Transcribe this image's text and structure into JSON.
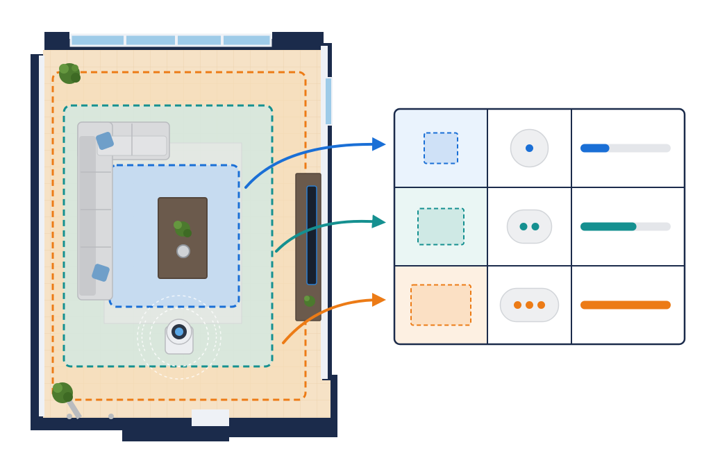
{
  "colors": {
    "wall": "#1b2b4b",
    "wall_light": "#eef1f6",
    "floor": "#f6e2c6",
    "floor_grid": "#ecd2ae",
    "window": "#9ecbe8",
    "blue": "#1a6fd6",
    "blue_fill": "#cfe1f7",
    "blue_cell": "#eaf3fd",
    "teal": "#159090",
    "teal_fill": "#cfe9e5",
    "teal_cell": "#eaf6f4",
    "orange": "#ec7b16",
    "orange_fill": "#fbe0c4",
    "orange_cell": "#fdf0e2",
    "bar_track": "#e4e6ea",
    "table_border": "#1b2b4b",
    "sofa": "#d9dadc",
    "sofa_shadow": "#b9bbbf",
    "pillow": "#6f9fc9",
    "wood": "#6b5a4c",
    "plant": "#4c7a2e",
    "rug": "#e7e8e6"
  },
  "zones": [
    {
      "id": "near",
      "color_key": "blue",
      "dots": 1,
      "level": 0.32
    },
    {
      "id": "mid",
      "color_key": "teal",
      "dots": 2,
      "level": 0.62
    },
    {
      "id": "far",
      "color_key": "orange",
      "dots": 3,
      "level": 1.0
    }
  ],
  "icons": {
    "plant": "potted-plant-icon",
    "purifier": "air-purifier-icon",
    "sofa": "sofa-icon",
    "table": "coffee-table-icon",
    "tv": "tv-icon",
    "door": "door-icon",
    "window": "window-icon"
  }
}
